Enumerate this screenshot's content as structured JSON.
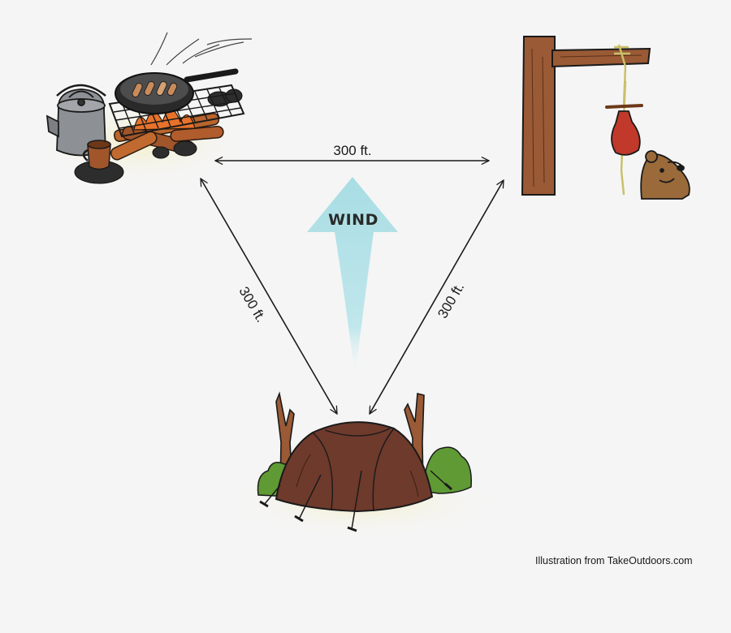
{
  "diagram": {
    "distances": {
      "camp_to_food": "300 ft.",
      "camp_to_tent": "300 ft.",
      "food_to_tent": "300 ft."
    },
    "wind_label": "WIND",
    "credit": "Illustration from TakeOutdoors.com"
  },
  "colors": {
    "background": "#f5f5f5",
    "wind_arrow": "#a8dde4",
    "tent": "#6e3a2c",
    "tree_bark": "#9a5a35",
    "food_bag": "#c0392b",
    "grass": "#5f9a34"
  }
}
